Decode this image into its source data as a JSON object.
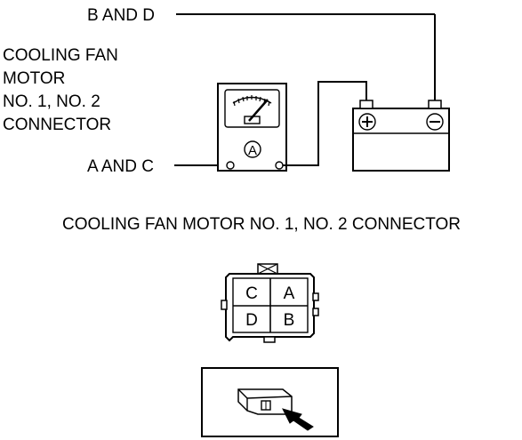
{
  "labels": {
    "top_pins": "B AND D",
    "side_title": [
      "COOLING FAN",
      "MOTOR",
      "NO. 1, NO. 2",
      "CONNECTOR"
    ],
    "bottom_pins": "A AND C",
    "connector_title": "COOLING FAN MOTOR NO. 1, NO. 2 CONNECTOR"
  },
  "ammeter": {
    "symbol": "A"
  },
  "battery": {
    "positive_icon": "plus-terminal-icon",
    "negative_icon": "minus-terminal-icon"
  },
  "connector_pins": {
    "top_left": "C",
    "top_right": "A",
    "bottom_left": "D",
    "bottom_right": "B"
  },
  "view_icon": "connector-view-arrow-icon"
}
